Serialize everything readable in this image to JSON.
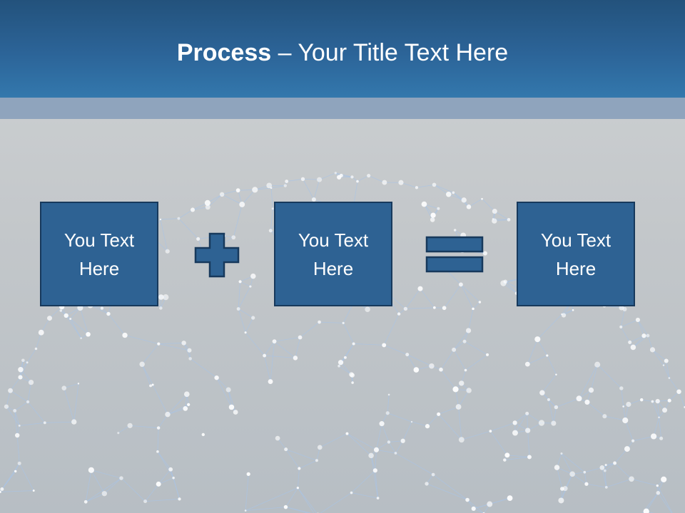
{
  "slide": {
    "title_bold": "Process",
    "title_rest": " – Your Title Text Here"
  },
  "boxes": [
    {
      "label": "You Text Here"
    },
    {
      "label": "You Text Here"
    },
    {
      "label": "You Text Here"
    }
  ],
  "operators": {
    "first": "plus-icon",
    "second": "equals-icon"
  },
  "colors": {
    "header": "#2c6498",
    "band": "#8fa4bd",
    "box_fill": "#2e6293",
    "box_border": "#17395c",
    "background": "#c5c9cc",
    "network_lines": "#a9c4e6"
  }
}
